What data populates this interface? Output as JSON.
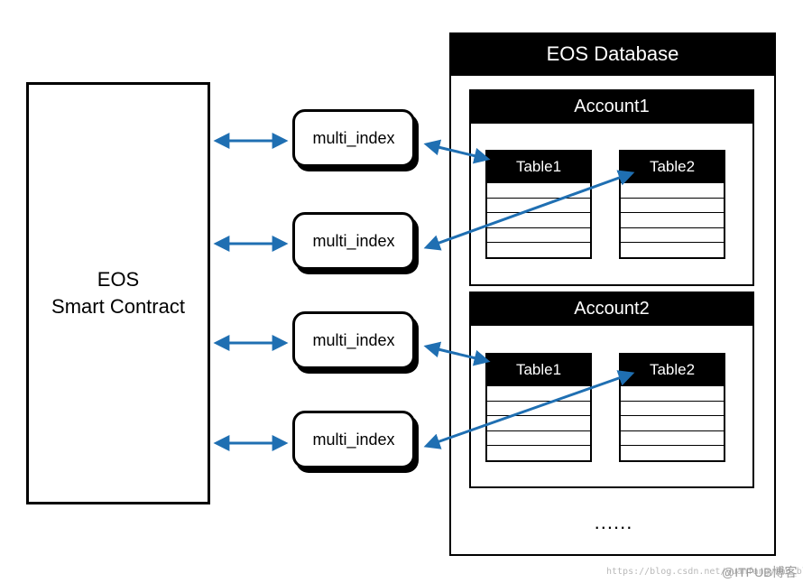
{
  "smart_contract": {
    "line1": "EOS",
    "line2": "Smart Contract"
  },
  "multi_index": [
    "multi_index",
    "multi_index",
    "multi_index",
    "multi_index"
  ],
  "database": {
    "title": "EOS Database",
    "accounts": [
      {
        "name": "Account1",
        "tables": [
          "Table1",
          "Table2"
        ]
      },
      {
        "name": "Account2",
        "tables": [
          "Table1",
          "Table2"
        ]
      }
    ],
    "more": "......"
  },
  "watermark": {
    "url": "https://blog.csdn.net/yuanfangyuan_block",
    "brand": "@ITPUB博客"
  },
  "colors": {
    "arrow": "#1f6fb2",
    "box": "#000000",
    "background": "#ffffff"
  }
}
